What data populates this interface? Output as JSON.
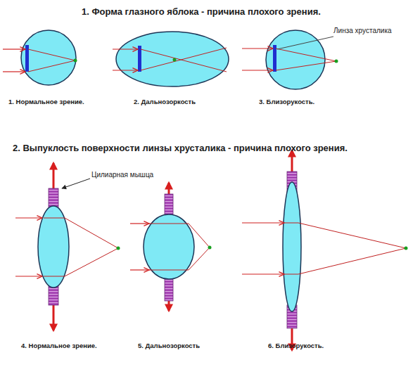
{
  "diagram": {
    "title": "1. Форма глазного яблока - причина плохого зрения.",
    "labels": [
      "Линза хрусталика",
      "1. Нормальное зрение.",
      "2. Дальнозоркость",
      "3. Близорукость.",
      "2. Выпуклость поверхности линзы хрусталика - причина плохого зрения.",
      "Цилиарная мышца",
      "4. Нормальное зрение.",
      "5. Дальнозоркость",
      "6. Близорукость."
    ]
  }
}
